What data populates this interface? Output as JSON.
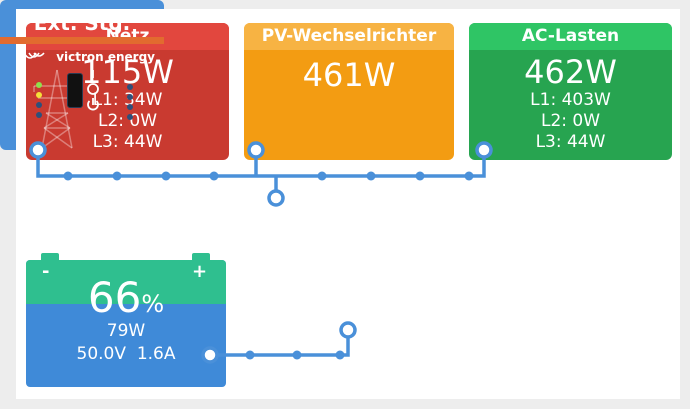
{
  "grid": {
    "title": "Netz",
    "power": "115W",
    "l1": "L1: 34W",
    "l2": "L2: 0W",
    "l3": "L3: 44W"
  },
  "pv": {
    "title": "PV-Wechselrichter",
    "power": "461W"
  },
  "ac": {
    "title": "AC-Lasten",
    "power": "462W",
    "l1": "L1: 403W",
    "l2": "L2: 0W",
    "l3": "L3: 44W"
  },
  "inverter": {
    "title": "Ext. Stg.",
    "brand": "victron energy"
  },
  "battery": {
    "soc": "66",
    "soc_unit": "%",
    "power": "79W",
    "voltage": "50.0V",
    "current": "1.6A",
    "minus": "-",
    "plus": "+"
  },
  "colors": {
    "grid": "#c93a30",
    "pv": "#f39c12",
    "ac": "#27a450",
    "inverter": "#4a90d9",
    "battery": "#3f8ad8",
    "line": "#4a90d9"
  }
}
